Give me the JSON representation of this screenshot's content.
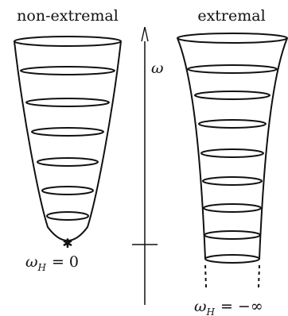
{
  "left_title": "non-extremal",
  "right_title": "extremal",
  "axis_symbol": "ω",
  "left_horizon": {
    "base": "ω",
    "sub": "H",
    "rhs": "= 0",
    "marker": "✱"
  },
  "right_horizon": {
    "base": "ω",
    "sub": "H",
    "rhs": "= −∞"
  },
  "colors": {
    "ink": "#111111",
    "background": "#ffffff"
  }
}
